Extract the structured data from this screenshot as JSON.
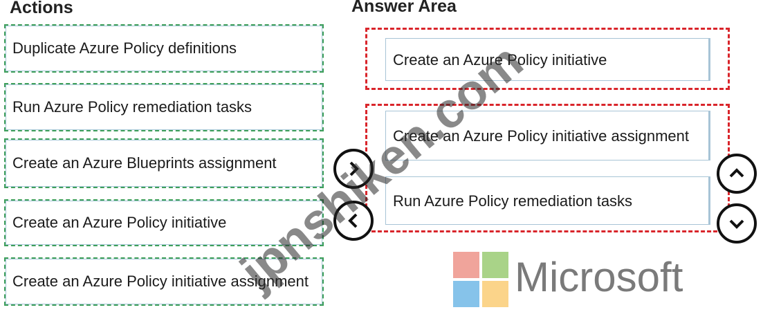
{
  "headings": {
    "actions": "Actions",
    "answer_area": "Answer Area"
  },
  "actions": [
    {
      "label": "Duplicate Azure Policy definitions"
    },
    {
      "label": "Run Azure Policy remediation tasks"
    },
    {
      "label": "Create an Azure Blueprints assignment"
    },
    {
      "label": "Create an Azure Policy initiative"
    },
    {
      "label": "Create an Azure Policy initiative assignment"
    }
  ],
  "answers": [
    {
      "label": "Create an Azure Policy initiative"
    },
    {
      "label": "Create an Azure Policy initiative assignment"
    },
    {
      "label": "Run Azure Policy remediation tasks"
    }
  ],
  "controls": {
    "move_right_icon": "chevron-right-icon",
    "move_left_icon": "chevron-left-icon",
    "move_up_icon": "chevron-up-icon",
    "move_down_icon": "chevron-down-icon"
  },
  "branding": {
    "wordmark": "Microsoft",
    "logo_colors": [
      "#f35325",
      "#81bc06",
      "#05a6f0",
      "#ffba08"
    ]
  },
  "watermark": "jpnshiken.com"
}
